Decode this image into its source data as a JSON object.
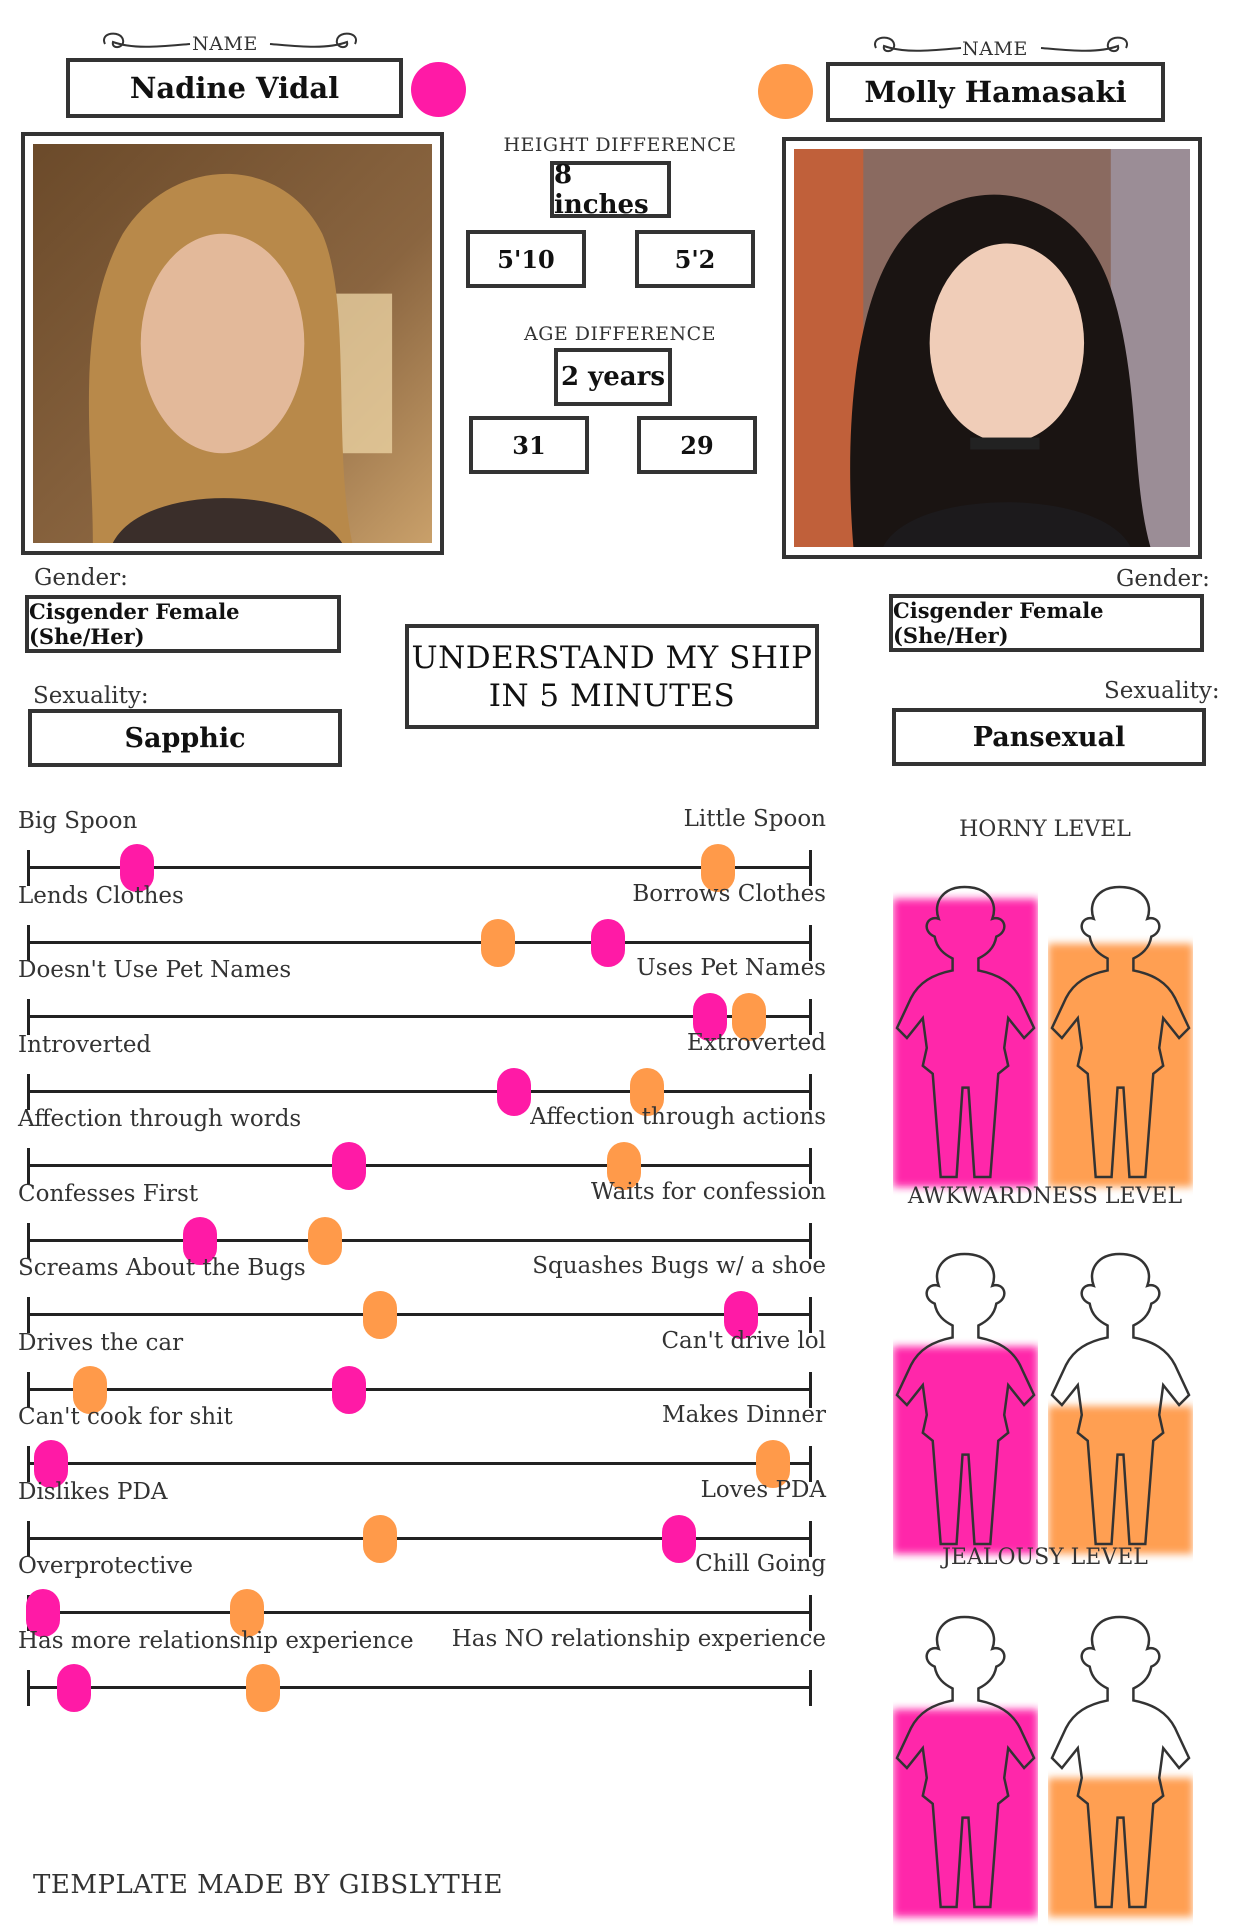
{
  "colors": {
    "pink": "#ff1aa6",
    "orange": "#ff9a4a"
  },
  "left": {
    "name_caption": "NAME",
    "name": "Nadine Vidal",
    "gender_label": "Gender:",
    "gender": "Cisgender Female (She/Her)",
    "sexuality_label": "Sexuality:",
    "sexuality": "Sapphic",
    "height": "5'10",
    "age": "31"
  },
  "right": {
    "name_caption": "NAME",
    "name": "Molly Hamasaki",
    "gender_label": "Gender:",
    "gender": "Cisgender Female (She/Her)",
    "sexuality_label": "Sexuality:",
    "sexuality": "Pansexual",
    "height": "5'2",
    "age": "29"
  },
  "center": {
    "height_caption": "HEIGHT DIFFERENCE",
    "height_diff": "8 inches",
    "age_caption": "AGE DIFFERENCE",
    "age_diff": "2 years",
    "title_line1": "UNDERSTAND MY SHIP",
    "title_line2": "IN 5 MINUTES"
  },
  "scales": [
    {
      "left": "Big Spoon",
      "right": "Little Spoon",
      "pink": 0.14,
      "orange": 0.88
    },
    {
      "left": "Lends Clothes",
      "right": "Borrows Clothes",
      "pink": 0.74,
      "orange": 0.6
    },
    {
      "left": "Doesn't Use Pet Names",
      "right": "Uses Pet Names",
      "pink": 0.87,
      "orange": 0.92
    },
    {
      "left": "Introverted",
      "right": "Extroverted",
      "pink": 0.62,
      "orange": 0.79
    },
    {
      "left": "Affection through words",
      "right": "Affection through actions",
      "pink": 0.41,
      "orange": 0.76
    },
    {
      "left": "Confesses First",
      "right": "Waits for confession",
      "pink": 0.22,
      "orange": 0.38
    },
    {
      "left": "Screams About the Bugs",
      "right": "Squashes Bugs w/ a shoe",
      "pink": 0.91,
      "orange": 0.45
    },
    {
      "left": "Drives the car",
      "right": "Can't drive lol",
      "pink": 0.41,
      "orange": 0.08
    },
    {
      "left": "Can't cook for shit",
      "right": "Makes Dinner",
      "pink": 0.03,
      "orange": 0.95
    },
    {
      "left": "Dislikes PDA",
      "right": "Loves PDA",
      "pink": 0.83,
      "orange": 0.45
    },
    {
      "left": "Overprotective",
      "right": "Chill Going",
      "pink": 0.02,
      "orange": 0.28
    },
    {
      "left": "Has more relationship experience",
      "right": "Has NO relationship experience",
      "pink": 0.06,
      "orange": 0.3
    }
  ],
  "levels": [
    {
      "title": "HORNY LEVEL",
      "pink": 0.95,
      "orange": 0.8
    },
    {
      "title": "AWKWARDNESS LEVEL",
      "pink": 0.68,
      "orange": 0.48
    },
    {
      "title": "JEALOUSY LEVEL",
      "pink": 0.68,
      "orange": 0.45
    }
  ],
  "footer": "TEMPLATE MADE BY GIBSLYTHE"
}
